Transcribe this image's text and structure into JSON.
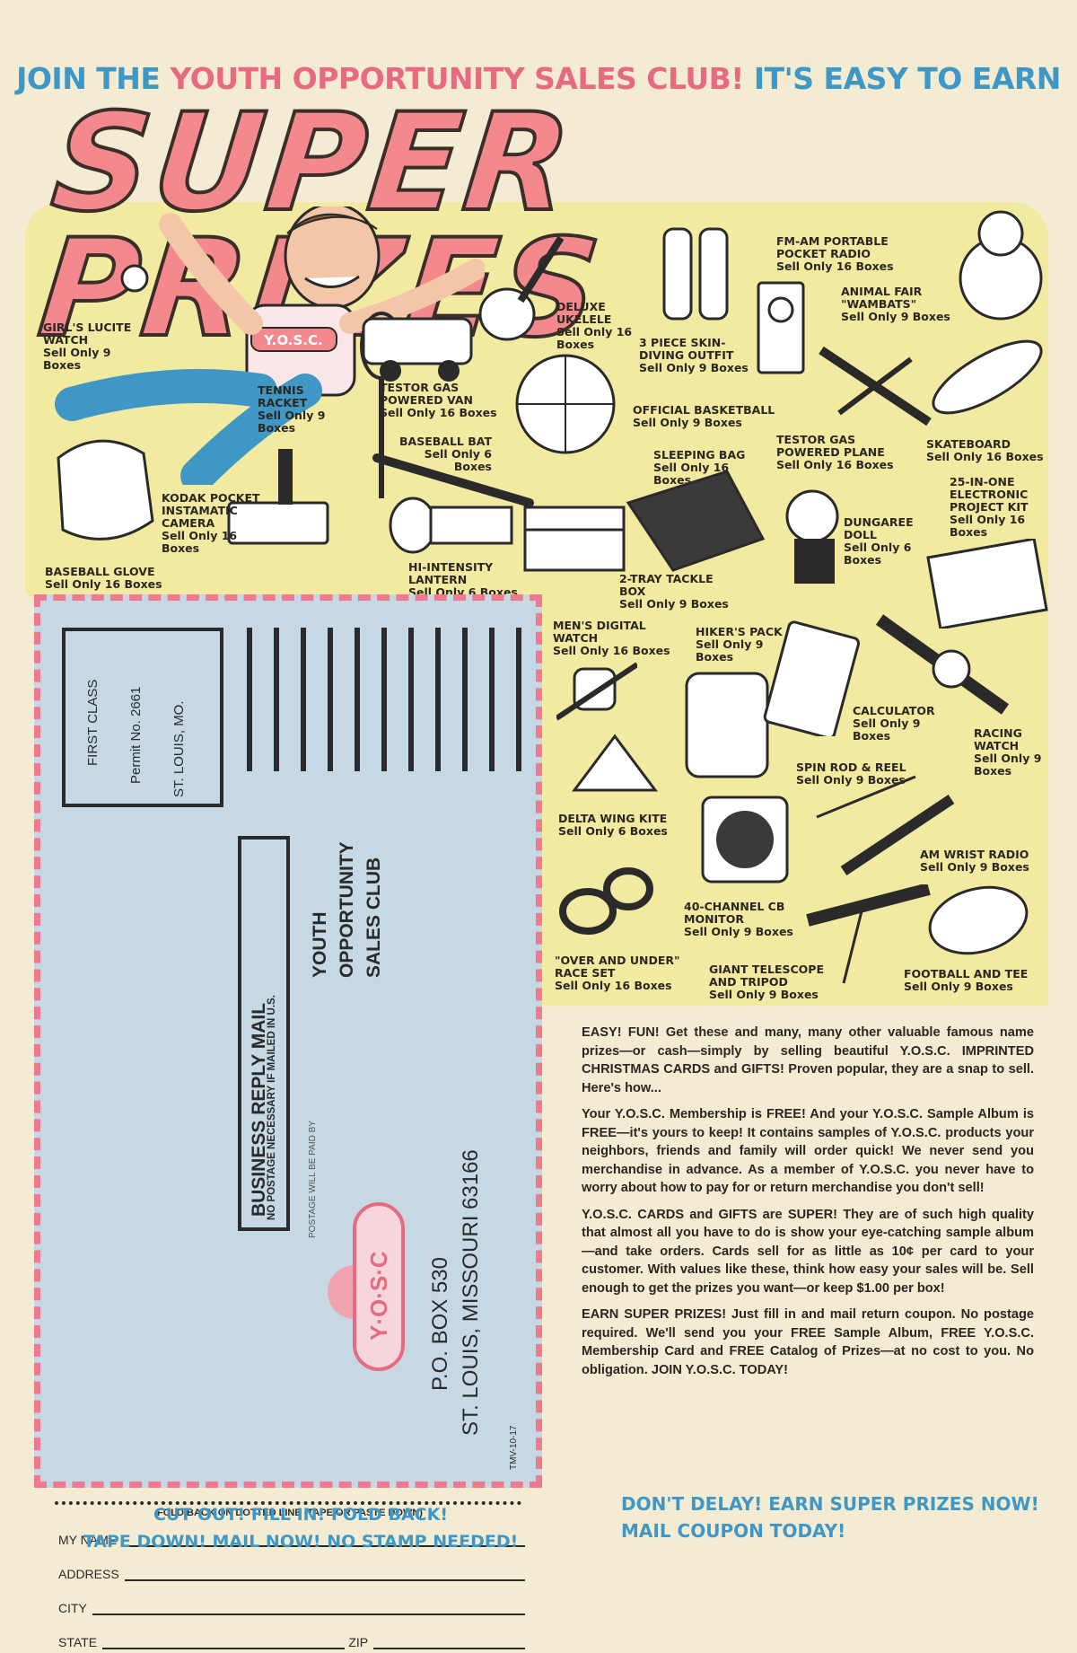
{
  "header": {
    "join_the": "JOIN THE",
    "club_name": "YOUTH OPPORTUNITY SALES CLUB!",
    "easy_to_earn": "IT'S EASY TO EARN",
    "title_word_1": "SUPER",
    "title_word_2": "PRIZES"
  },
  "mascot": {
    "shirt_text": "Y.O.S.C."
  },
  "prizes": [
    {
      "name": "GIRL'S LUCITE WATCH",
      "price": "Sell Only 9 Boxes"
    },
    {
      "name": "TENNIS RACKET",
      "price": "Sell Only 9 Boxes"
    },
    {
      "name": "TESTOR GAS POWERED VAN",
      "price": "Sell Only 16 Boxes"
    },
    {
      "name": "DELUXE UKELELE",
      "price": "Sell Only 16 Boxes"
    },
    {
      "name": "3 PIECE SKIN-DIVING OUTFIT",
      "price": "Sell Only 9 Boxes"
    },
    {
      "name": "FM-AM PORTABLE POCKET RADIO",
      "price": "Sell Only 16 Boxes"
    },
    {
      "name": "ANIMAL FAIR \"WAMBATS\"",
      "price": "Sell Only 9 Boxes"
    },
    {
      "name": "OFFICIAL BASKETBALL",
      "price": "Sell Only 9 Boxes"
    },
    {
      "name": "TESTOR GAS POWERED PLANE",
      "price": "Sell Only 16 Boxes"
    },
    {
      "name": "SKATEBOARD",
      "price": "Sell Only 16 Boxes"
    },
    {
      "name": "BASEBALL BAT",
      "price": "Sell Only 6 Boxes"
    },
    {
      "name": "SLEEPING BAG",
      "price": "Sell Only 16 Boxes"
    },
    {
      "name": "25-IN-ONE ELECTRONIC PROJECT KIT",
      "price": "Sell Only 16 Boxes"
    },
    {
      "name": "KODAK POCKET INSTAMATIC CAMERA",
      "price": "Sell Only 16 Boxes"
    },
    {
      "name": "DUNGAREE DOLL",
      "price": "Sell Only 6 Boxes"
    },
    {
      "name": "BASEBALL GLOVE",
      "price": "Sell Only 16 Boxes"
    },
    {
      "name": "HI-INTENSITY LANTERN",
      "price": "Sell Only 6 Boxes"
    },
    {
      "name": "2-TRAY TACKLE BOX",
      "price": "Sell Only 9 Boxes"
    },
    {
      "name": "MEN'S DIGITAL WATCH",
      "price": "Sell Only 16 Boxes"
    },
    {
      "name": "HIKER'S PACK",
      "price": "Sell Only 9 Boxes"
    },
    {
      "name": "CALCULATOR",
      "price": "Sell Only 9 Boxes"
    },
    {
      "name": "RACING WATCH",
      "price": "Sell Only 9 Boxes"
    },
    {
      "name": "SPIN ROD & REEL",
      "price": "Sell Only 9 Boxes"
    },
    {
      "name": "DELTA WING KITE",
      "price": "Sell Only 6 Boxes"
    },
    {
      "name": "AM WRIST RADIO",
      "price": "Sell Only 9 Boxes"
    },
    {
      "name": "40-CHANNEL CB MONITOR",
      "price": "Sell Only 9 Boxes"
    },
    {
      "name": "\"OVER AND UNDER\" RACE SET",
      "price": "Sell Only 16 Boxes"
    },
    {
      "name": "GIANT TELESCOPE AND TRIPOD",
      "price": "Sell Only 9 Boxes"
    },
    {
      "name": "FOOTBALL AND TEE",
      "price": "Sell Only 9 Boxes"
    }
  ],
  "coupon": {
    "permit_class": "FIRST CLASS",
    "permit_no": "Permit No. 2661",
    "permit_city": "ST. LOUIS, MO.",
    "reply_title": "BUSINESS REPLY MAIL",
    "reply_sub": "NO POSTAGE NECESSARY IF MAILED IN U.S.",
    "postage_paid": "POSTAGE WILL BE PAID BY",
    "org_line1": "YOUTH",
    "org_line2": "OPPORTUNITY",
    "org_line3": "SALES CLUB",
    "logo_text": "Y·O·S·C",
    "po_box": "P.O. BOX 530",
    "city_zip": "ST. LOUIS, MISSOURI 63166",
    "code": "TMV-10-17",
    "fold_text": "FOLD BACK ON DOTTED LINE (TAPE OR PASTE DOWN)",
    "field_name": "MY NAME",
    "field_address": "ADDRESS",
    "field_city": "CITY",
    "field_state": "STATE",
    "field_zip": "ZIP"
  },
  "actions": {
    "line1": "CUT OUT!   FILL IN!   FOLD BACK!",
    "line2": "TAPE DOWN!   MAIL NOW!   NO STAMP NEEDED!"
  },
  "copy": {
    "p1": "EASY! FUN! Get these and many, many other valuable famous name prizes—or cash—simply by selling beautiful Y.O.S.C. IMPRINTED CHRISTMAS CARDS and GIFTS! Proven popular, they are a snap to sell. Here's how...",
    "p2": "Your Y.O.S.C. Membership is FREE! And your Y.O.S.C. Sample Album is FREE—it's yours to keep! It contains samples of Y.O.S.C. products your neighbors, friends and family will order quick! We never send you merchandise in advance. As a member of Y.O.S.C. you never have to worry about how to pay for or return merchandise you don't sell!",
    "p3": "Y.O.S.C. CARDS and GIFTS are SUPER! They are of such high quality that almost all you have to do is show your eye-catching sample album—and take orders. Cards sell for as little as 10¢ per card to your customer. With values like these, think how easy your sales will be. Sell enough to get the prizes you want—or keep $1.00 per box!",
    "p4": "EARN SUPER PRIZES! Just fill in and mail return coupon. No postage required. We'll send you your FREE Sample Album, FREE Y.O.S.C. Membership Card and FREE Catalog of Prizes—at no cost to you. No obligation. JOIN Y.O.S.C. TODAY!"
  },
  "closing": {
    "line1": "DON'T DELAY! EARN SUPER PRIZES NOW!",
    "line2": "MAIL COUPON TODAY!"
  },
  "colors": {
    "blue": "#3f97c6",
    "pink": "#e86a80",
    "yellow": "#f1eaa0",
    "coupon_bg": "#c5d8e3"
  }
}
